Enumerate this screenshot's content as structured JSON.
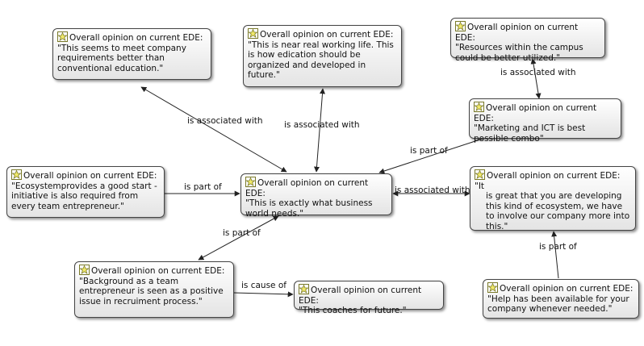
{
  "nodes": {
    "n1": {
      "title": "Overall opinion on current EDE:",
      "quote": "\"This seems to meet company requirements better than conventional education.\""
    },
    "n2": {
      "title": "Overall opinion on current EDE:",
      "quote": "\"This is near real working life. This is how edication should be organized and developed in future.\""
    },
    "n3": {
      "title": "Overall opinion on current EDE:",
      "quote": "\"Resources within the campus could be better utilized.\""
    },
    "n4": {
      "title": "Overall opinion on current EDE:",
      "quote": "\"Marketing and ICT is best possible combo\""
    },
    "n5": {
      "title": "Overall opinion on current EDE:",
      "quote": "\"Ecosystemprovides a good start - initiative is also required from every team entrepreneur.\""
    },
    "n6": {
      "title": "Overall opinion on current EDE:",
      "quote": "\"This is exactly what business world needs.\""
    },
    "n7": {
      "title": "Overall opinion on current EDE: \"It",
      "quote": "is great that you are developing this kind of ecosystem, we have to involve our company more into this.\""
    },
    "n8": {
      "title": "Overall opinion on current EDE:",
      "quote": "\"Background as a team entrepreneur is seen as a positive issue in recruiment process.\""
    },
    "n9": {
      "title": "Overall opinion on current EDE:",
      "quote": "\"This coaches for future.\""
    },
    "n10": {
      "title": "Overall opinion on current EDE:",
      "quote": "\"Help has been available for your company whenever needed.\""
    }
  },
  "edges": {
    "e1": "is associated with",
    "e2": "is associated with",
    "e3": "is associated with",
    "e4": "is part of",
    "e5": "is part of",
    "e6": "is associated with",
    "e7": "is part of",
    "e8": "is cause of",
    "e9": "is part of"
  },
  "colors": {
    "icon_fill": "#f2ea6a",
    "icon_stroke": "#7a7a2a",
    "node_border": "#444444",
    "edge": "#222222"
  },
  "icon": "quotation-node-icon"
}
